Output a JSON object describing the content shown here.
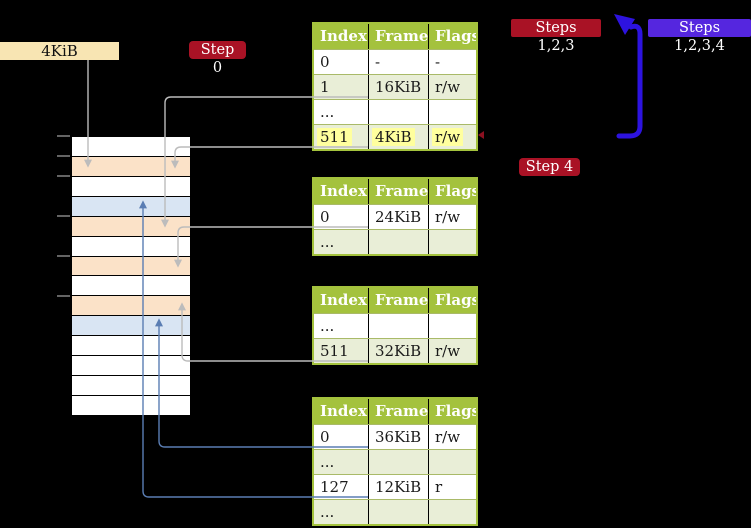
{
  "frame_box": {
    "label": "4KiB"
  },
  "step_labels": {
    "step0": "Step 0",
    "steps123": "Steps 1,2,3",
    "steps1234": "Steps 1,2,3,4",
    "step4": "Step 4"
  },
  "tables": [
    {
      "columns": [
        "Index",
        "Frame",
        "Flags"
      ],
      "rows": [
        {
          "cells": [
            "0",
            "-",
            "-"
          ],
          "shaded": false,
          "highlight": false
        },
        {
          "cells": [
            "1",
            "16KiB",
            "r/w"
          ],
          "shaded": true,
          "highlight": false
        },
        {
          "cells": [
            "...",
            "",
            ""
          ],
          "shaded": false,
          "highlight": false
        },
        {
          "cells": [
            "511",
            "4KiB",
            "r/w"
          ],
          "shaded": true,
          "highlight": true
        }
      ]
    },
    {
      "columns": [
        "Index",
        "Frame",
        "Flags"
      ],
      "rows": [
        {
          "cells": [
            "0",
            "24KiB",
            "r/w"
          ],
          "shaded": false,
          "highlight": false
        },
        {
          "cells": [
            "...",
            "",
            ""
          ],
          "shaded": true,
          "highlight": false
        }
      ]
    },
    {
      "columns": [
        "Index",
        "Frame",
        "Flags"
      ],
      "rows": [
        {
          "cells": [
            "...",
            "",
            ""
          ],
          "shaded": false,
          "highlight": false
        },
        {
          "cells": [
            "511",
            "32KiB",
            "r/w"
          ],
          "shaded": true,
          "highlight": false
        }
      ]
    },
    {
      "columns": [
        "Index",
        "Frame",
        "Flags"
      ],
      "rows": [
        {
          "cells": [
            "0",
            "36KiB",
            "r/w"
          ],
          "shaded": false,
          "highlight": false
        },
        {
          "cells": [
            "...",
            "",
            ""
          ],
          "shaded": true,
          "highlight": false
        },
        {
          "cells": [
            "127",
            "12KiB",
            "r"
          ],
          "shaded": false,
          "highlight": false
        },
        {
          "cells": [
            "...",
            "",
            ""
          ],
          "shaded": true,
          "highlight": false
        }
      ]
    }
  ],
  "memory_column": {
    "rows": [
      {
        "color": "white"
      },
      {
        "color": "peach"
      },
      {
        "color": "white"
      },
      {
        "color": "blue"
      },
      {
        "color": "peach"
      },
      {
        "color": "white"
      },
      {
        "color": "peach"
      },
      {
        "color": "white"
      },
      {
        "color": "peach"
      },
      {
        "color": "blue"
      },
      {
        "color": "white"
      },
      {
        "color": "white"
      },
      {
        "color": "white"
      },
      {
        "color": "white"
      }
    ]
  },
  "colors": {
    "badge_red": "#a91225",
    "badge_violet": "#5526df",
    "loop_blue": "#2d13df",
    "table_header_olive": "#a4c23d",
    "row_green": "#e9eed7",
    "frame_peach": "#fbe2c8",
    "frame_blue": "#d9e5f3",
    "box_wheat": "#f8e5b3",
    "highlight_yellow": "#ffff9e",
    "line_gray": "#bcbcbc",
    "line_blue": "#5a7db3",
    "tick_gray": "#999999",
    "red_tick": "#8b1020"
  }
}
